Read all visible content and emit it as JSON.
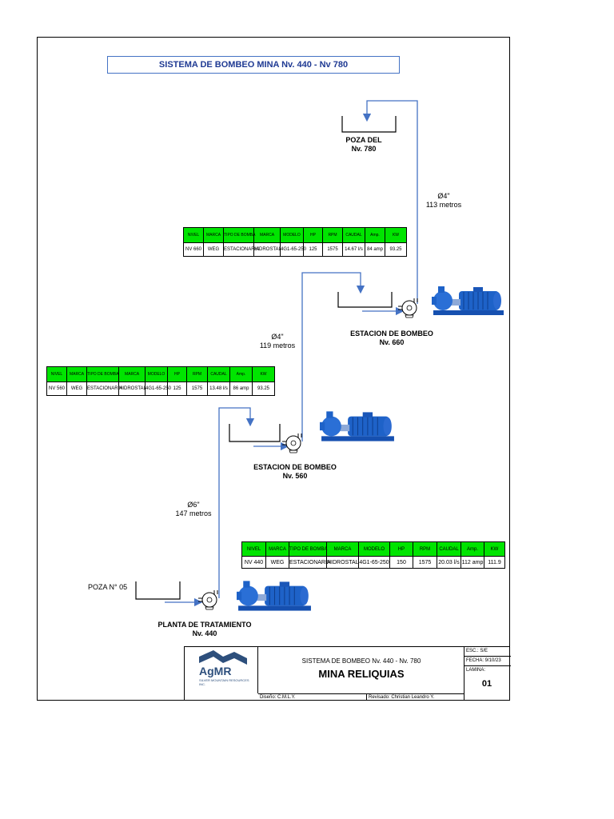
{
  "title": "SISTEMA DE BOMBEO MINA Nv. 440 - Nv 780",
  "labels": {
    "poza_del_line1": "POZA DEL",
    "poza_del_line2": "Nv.  780",
    "pipe1_diam": "Ø4\"",
    "pipe1_len": "113 metros",
    "station660_line1": "ESTACION DE BOMBEO",
    "station660_line2": "Nv.  660",
    "pipe2_diam": "Ø4\"",
    "pipe2_len": "119 metros",
    "station560_line1": "ESTACION DE BOMBEO",
    "station560_line2": "Nv.  560",
    "pipe3_diam": "Ø6\"",
    "pipe3_len": "147 metros",
    "poza05": "POZA N° 05",
    "plant_line1": "PLANTA DE TRATAMIENTO",
    "plant_line2": "Nv. 440"
  },
  "table_headers": [
    "NIVEL",
    "MARCA",
    "TIPO DE BOMBA",
    "MARCA",
    "MODELO",
    "HP",
    "RPM",
    "CAUDAL",
    "Amp.",
    "KW"
  ],
  "tables": {
    "nv660": [
      "NV 660",
      "WEG",
      "ESTACIONARIA",
      "HIDROSTAL",
      "4G1-65-250",
      "125",
      "1575",
      "14.67 l/s",
      "84 amp",
      "93.25"
    ],
    "nv560": [
      "NV 560",
      "WEG",
      "ESTACIONARIA",
      "HIDROSTAL",
      "4G1-65-250",
      "125",
      "1575",
      "13.48 l/s",
      "86 amp",
      "93.25"
    ],
    "nv440": [
      "NV 440",
      "WEG",
      "ESTACIONARIA",
      "HIDROSTAL",
      "4G1-65-250",
      "150",
      "1575",
      "20.03 l/s",
      "112 amp",
      "111.9"
    ]
  },
  "title_block": {
    "logo_text": "AgMR",
    "logo_sub": "SILVER MOUNTAIN RESOURCES INC.",
    "subtitle": "SISTEMA DE BOMBEO  Nv. 440 - Nv. 780",
    "project": "MINA RELIQUIAS",
    "scale": "ESC.: S/E",
    "date": "FECHA: 9/10/23",
    "sheet_label": "LAMINA:",
    "sheet_no": "01",
    "design": "Diseño: C.M.L.Y.",
    "review": "Revisado: Christian  Leandro Y."
  },
  "colors": {
    "pipe": "#4472c4",
    "table_header": "#00e400",
    "pump_body": "#1e62c8",
    "title_text": "#1f3a93"
  }
}
